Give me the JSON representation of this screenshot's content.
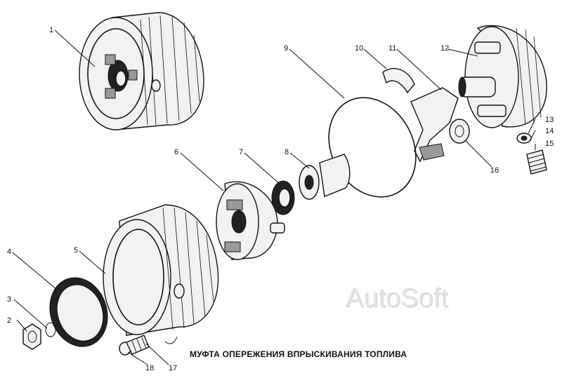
{
  "caption": "МУФТА ОПЕРЕЖЕНИЯ ВПРЫСКИВАНИЯ ТОПЛИВА",
  "watermark": "AutoSoft",
  "callouts": [
    "1",
    "2",
    "3",
    "4",
    "5",
    "6",
    "7",
    "8",
    "9",
    "10",
    "11",
    "12",
    "13",
    "14",
    "15",
    "16",
    "17",
    "18"
  ]
}
